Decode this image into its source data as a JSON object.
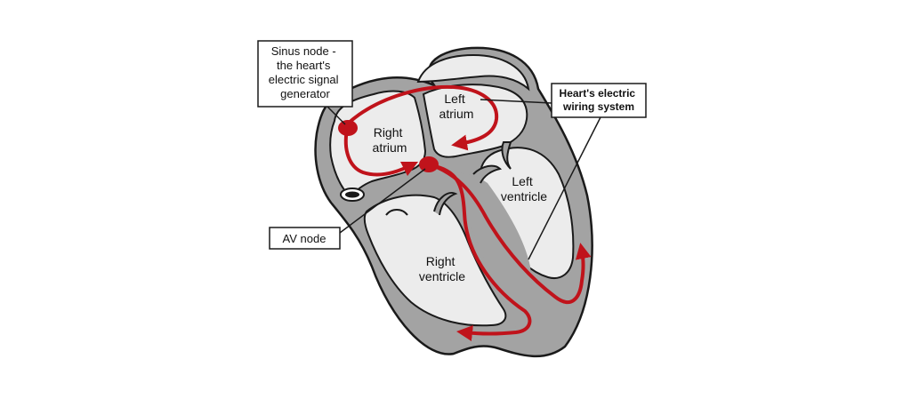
{
  "colors": {
    "wall": "#a3a3a3",
    "wall_outline": "#1a1a1a",
    "chamber": "#ececec",
    "signal": "#c0131b",
    "background": "#ffffff"
  },
  "chambers": {
    "left_atrium": [
      "Left",
      "atrium"
    ],
    "right_atrium": [
      "Right",
      "atrium"
    ],
    "left_ventricle": [
      "Left",
      "ventricle"
    ],
    "right_ventricle": [
      "Right",
      "ventricle"
    ]
  },
  "callouts": {
    "sinus_node": [
      "Sinus node -",
      "the heart's",
      "electric signal",
      "generator"
    ],
    "av_node": [
      "AV node"
    ],
    "wiring_system": [
      "Heart's electric",
      "wiring system"
    ]
  }
}
